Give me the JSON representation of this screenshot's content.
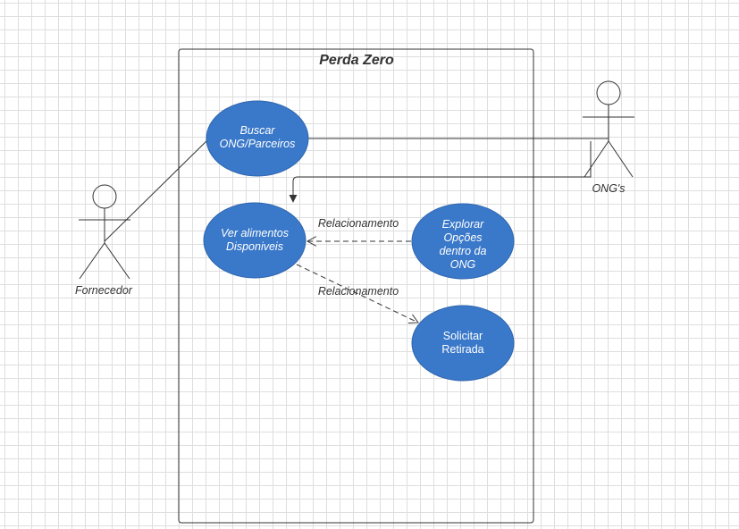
{
  "system": {
    "title": "Perda Zero"
  },
  "use_cases": {
    "buscar": {
      "lines": [
        "Buscar",
        "ONG/Parceiros"
      ]
    },
    "ver_alimentos": {
      "lines": [
        "Ver alimentos",
        "Disponiveis"
      ]
    },
    "explorar": {
      "lines": [
        "Explorar",
        "Opções",
        "dentro da",
        "ONG"
      ]
    },
    "solicitar": {
      "lines": [
        "Solicitar",
        "Retirada"
      ]
    }
  },
  "actors": {
    "fornecedor": {
      "label": "Fornecedor"
    },
    "ongs": {
      "label": "ONG's"
    }
  },
  "relations": {
    "explorar_to_ver": {
      "label": "Relacionamento"
    },
    "ver_to_solicitar": {
      "label": "Relacionamento"
    }
  },
  "colors": {
    "use_case_fill": "#3a78c9",
    "grid": "#dedede",
    "line": "#333333"
  }
}
